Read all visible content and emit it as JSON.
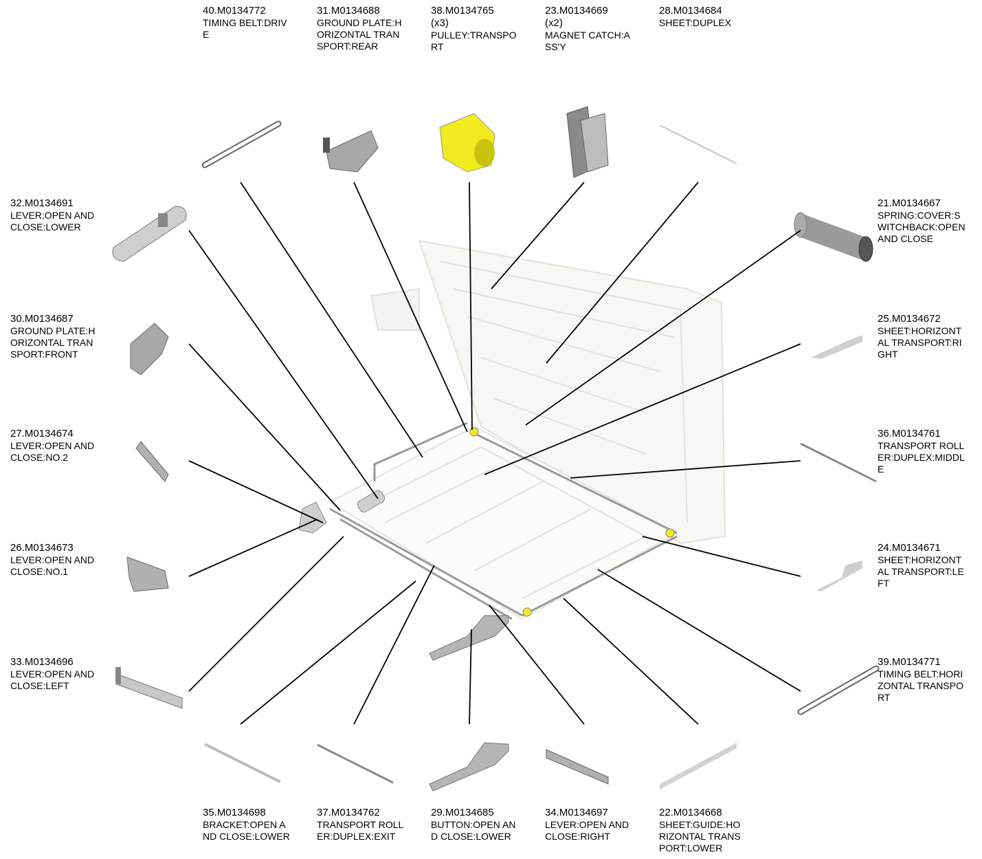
{
  "diagram": {
    "parts": [
      {
        "id": "p40",
        "number": "40.M0134772",
        "qty": "",
        "desc": "TIMING BELT:DRIV\nE",
        "icon": "timing-belt-drive"
      },
      {
        "id": "p31",
        "number": "31.M0134688",
        "qty": "",
        "desc": "GROUND PLATE:H\nORIZONTAL TRAN\nSPORT:REAR",
        "icon": "ground-plate-rear"
      },
      {
        "id": "p38",
        "number": "38.M0134765",
        "qty": "(x3)",
        "desc": "PULLEY:TRANSPO\nRT",
        "icon": "pulley-yellow"
      },
      {
        "id": "p23",
        "number": "23.M0134669",
        "qty": "(x2)",
        "desc": "MAGNET CATCH:A\nSS'Y",
        "icon": "magnet-catch"
      },
      {
        "id": "p28",
        "number": "28.M0134684",
        "qty": "",
        "desc": "SHEET:DUPLEX",
        "icon": "sheet-duplex"
      },
      {
        "id": "p32",
        "number": "32.M0134691",
        "qty": "",
        "desc": "LEVER:OPEN AND\nCLOSE:LOWER",
        "icon": "lever-lower"
      },
      {
        "id": "p21",
        "number": "21.M0134667",
        "qty": "",
        "desc": "SPRING:COVER:S\nWITCHBACK:OPEN\n AND CLOSE",
        "icon": "spring-cylinder"
      },
      {
        "id": "p30",
        "number": "30.M0134687",
        "qty": "",
        "desc": "GROUND PLATE:H\nORIZONTAL TRAN\nSPORT:FRONT",
        "icon": "ground-plate-front"
      },
      {
        "id": "p25",
        "number": "25.M0134672",
        "qty": "",
        "desc": "SHEET:HORIZONT\nAL TRANSPORT:RI\nGHT",
        "icon": "sheet-right"
      },
      {
        "id": "p27",
        "number": "27.M0134674",
        "qty": "",
        "desc": "LEVER:OPEN AND\nCLOSE:NO.2",
        "icon": "lever-no2"
      },
      {
        "id": "p36",
        "number": "36.M0134761",
        "qty": "",
        "desc": "TRANSPORT ROLL\nER:DUPLEX:MIDDL\nE",
        "icon": "roller-middle"
      },
      {
        "id": "p26",
        "number": "26.M0134673",
        "qty": "",
        "desc": "LEVER:OPEN AND\nCLOSE:NO.1",
        "icon": "lever-no1"
      },
      {
        "id": "p24",
        "number": "24.M0134671",
        "qty": "",
        "desc": "SHEET:HORIZONT\nAL TRANSPORT:LE\nFT",
        "icon": "sheet-left"
      },
      {
        "id": "p33",
        "number": "33.M0134696",
        "qty": "",
        "desc": "LEVER:OPEN AND\nCLOSE:LEFT",
        "icon": "lever-left"
      },
      {
        "id": "p39",
        "number": "39.M0134771",
        "qty": "",
        "desc": "TIMING BELT:HORI\nZONTAL TRANSPO\nRT",
        "icon": "timing-belt-horizontal"
      },
      {
        "id": "p35",
        "number": "35.M0134698",
        "qty": "",
        "desc": "BRACKET:OPEN A\nND CLOSE:LOWER",
        "icon": "bracket-lower"
      },
      {
        "id": "p37",
        "number": "37.M0134762",
        "qty": "",
        "desc": "TRANSPORT ROLL\nER:DUPLEX:EXIT",
        "icon": "roller-exit"
      },
      {
        "id": "p29",
        "number": "29.M0134685",
        "qty": "",
        "desc": "BUTTON:OPEN AN\nD CLOSE:LOWER",
        "icon": "button-lower"
      },
      {
        "id": "p34",
        "number": "34.M0134697",
        "qty": "",
        "desc": "LEVER:OPEN AND\nCLOSE:RIGHT",
        "icon": "lever-right"
      },
      {
        "id": "p22",
        "number": "22.M0134668",
        "qty": "",
        "desc": "SHEET:GUIDE:HO\nRIZONTAL TRANS\nPORT:LOWER",
        "icon": "sheet-guide-lower"
      }
    ]
  },
  "colors": {
    "line": "#000000",
    "part_gray": "#9a9a9a",
    "part_light": "#cfcfcf",
    "pulley_yellow": "#f0ea1e",
    "assembly_faint": "#e2e2dc"
  }
}
